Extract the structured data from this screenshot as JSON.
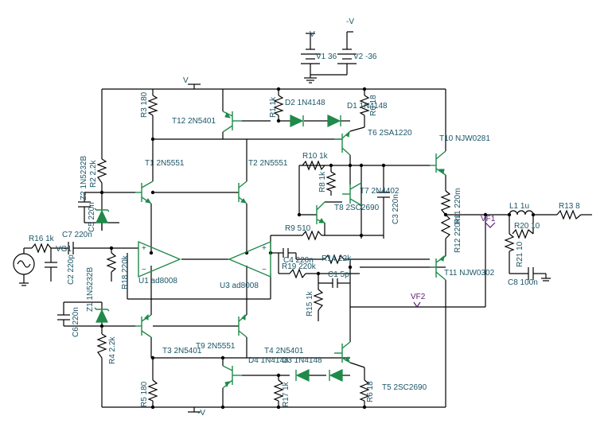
{
  "labels": {
    "v_plus": "V",
    "v_minus": "-V",
    "v1": "V1 36",
    "v2": "V2 -36",
    "v_top": "V",
    "v_bottom": "-V",
    "r3": "R3 180",
    "t12": "T12 2N5401",
    "r1": "R1 1k",
    "d2": "D2 1N4148",
    "d1": "D1 1N4148",
    "r6top": "R6 18",
    "t6": "T6 2SA1220",
    "t10": "T10 NJW0281",
    "r10": "R10 1k",
    "r8": "R8 1k",
    "t7": "T7 2N4402",
    "t8": "T8 2SC2690",
    "c3": "C3 220n",
    "t1": "T1 2N5551",
    "t2": "T2 2N5551",
    "r2": "R2 2.2k",
    "z2": "Z2 1N5232B",
    "c5": "C5 220n",
    "r11": "R11 220m",
    "r12": "R12 220m",
    "l1": "L1 1u",
    "r13": "R13 8",
    "vf1": "VF1",
    "r20": "R20 10",
    "r21": "R21 10",
    "c8": "C8 100n",
    "r16": "R16 1k",
    "c7": "C7 220n",
    "vg1": "VG1",
    "c2": "C2 220p",
    "r18": "R18 220k",
    "u1": "U1 ad8008",
    "u3": "U3 ad8008",
    "r9": "R9 510",
    "c4": "C4 220n",
    "r14": "R14 22k",
    "r19": "R19 220k",
    "c1": "C1 5p",
    "t11": "T11 NJW0302",
    "r15": "R15 1k",
    "vf2": "VF2",
    "z1": "Z1 1N5232B",
    "c6": "C6 220n",
    "r4": "R4 2.2k",
    "t3": "T3 2N5401",
    "t9": "T9 2N5551",
    "t4": "T4 2N5401",
    "d4": "D4 1N4148",
    "d3": "D3 1N4148",
    "r5": "R5 180",
    "r17": "R17 1k",
    "r6bot": "R6 18",
    "t5": "T5 2SC2690"
  },
  "colors": {
    "wire": "#000000",
    "component": "#1f8a4a",
    "label": "#1a5566",
    "probe": "#5a1a7a"
  }
}
